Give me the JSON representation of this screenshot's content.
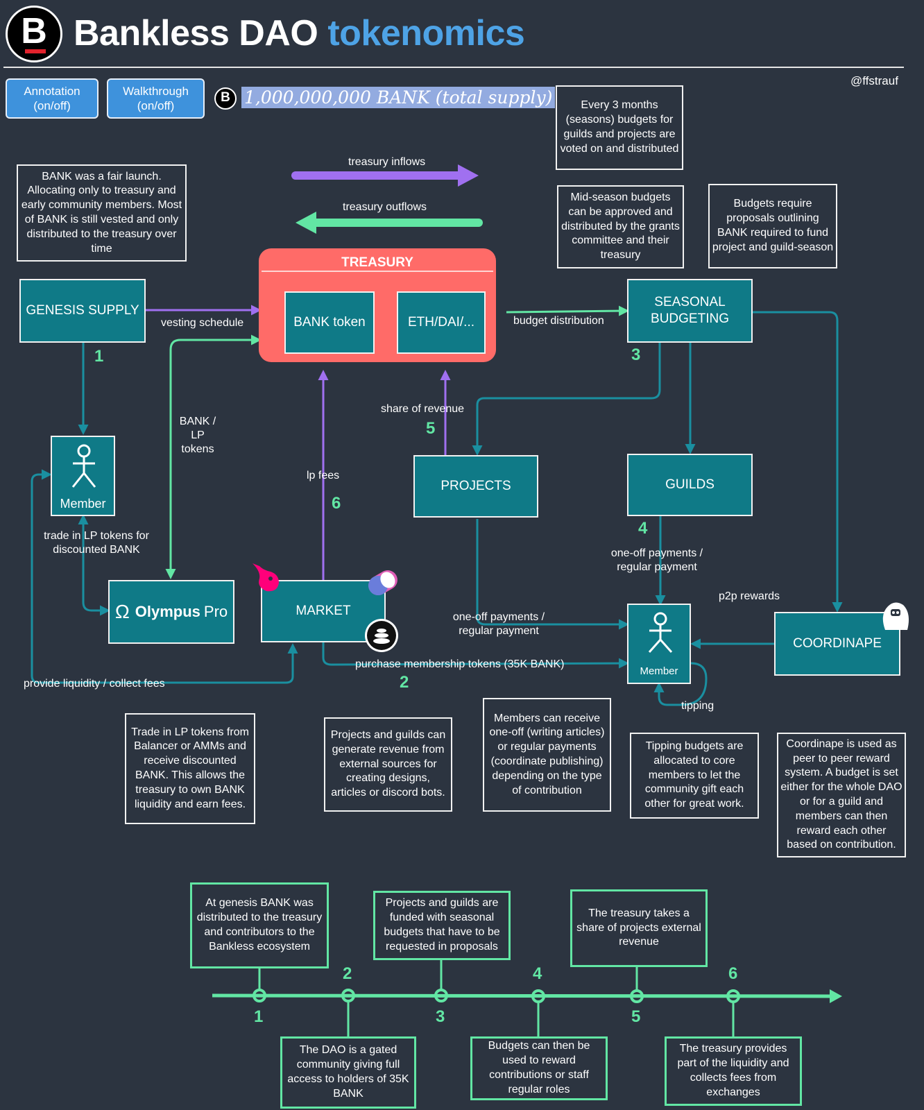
{
  "header": {
    "title_main": "Bankless DAO",
    "title_highlight": "tokenomics",
    "logo_letter": "B",
    "handle": "@ffstrauf"
  },
  "buttons": {
    "annotation": "Annotation (on/off)",
    "walkthrough": "Walkthrough (on/off)"
  },
  "supply": {
    "icon_letter": "B",
    "text": "1,000,000,000 BANK (total supply)"
  },
  "arrows_legend": {
    "inflows": "treasury inflows",
    "outflows": "treasury outflows"
  },
  "treasury": {
    "title": "TREASURY",
    "bank_token": "BANK token",
    "eth_dai": "ETH/DAI/..."
  },
  "nodes": {
    "genesis": "GENESIS SUPPLY",
    "seasonal": "SEASONAL BUDGETING",
    "projects": "PROJECTS",
    "guilds": "GUILDS",
    "member_left": "Member",
    "member_right": "Member",
    "olympus_main": "Olympus",
    "olympus_pro": "Pro",
    "market": "MARKET",
    "coordinape": "COORDINAPE"
  },
  "edge_labels": {
    "vesting": "vesting schedule",
    "budget_distribution": "budget distribution",
    "bank_lp": "BANK / LP tokens",
    "share_of_revenue": "share of revenue",
    "lp_fees": "lp fees",
    "trade_lp": "trade in LP tokens for discounted BANK",
    "one_off_guilds": "one-off payments / regular payment",
    "p2p": "p2p rewards",
    "one_off_projects": "one-off payments / regular payment",
    "purchase": "purchase membership tokens (35K BANK)",
    "provide_liquidity": "provide liquidity / collect fees",
    "tipping": "tipping"
  },
  "step_numbers": {
    "n1": "1",
    "n2": "2",
    "n3": "3",
    "n4": "4",
    "n5": "5",
    "n6": "6"
  },
  "notes": {
    "fair_launch": "BANK was a fair launch. Allocating only to treasury and early community members. Most of BANK is still vested and only distributed to the treasury over time",
    "every3": "Every 3 months (seasons) budgets for guilds and projects are voted on and distributed",
    "midseason": "Mid-season budgets can be approved and distributed by the grants committee and their treasury",
    "require": "Budgets require proposals outlining BANK required to fund project and guild-season",
    "trade_lp": "Trade in LP tokens from Balancer or AMMs and receive discounted BANK. This allows the treasury to own BANK liquidity and earn fees.",
    "revenue": "Projects and guilds can generate revenue from external sources for creating designs, articles or discord bots.",
    "members_receive": "Members can receive one-off (writing articles) or regular payments (coordinate publishing) depending on the type of contribution",
    "tipping": "Tipping budgets are allocated to core members to let the community gift each other for great work.",
    "coordinape": "Coordinape is used as peer to peer reward system. A budget is set either for the whole DAO or for a guild and members can then reward each other based on contribution."
  },
  "timeline": {
    "labels": [
      "1",
      "2",
      "3",
      "4",
      "5",
      "6"
    ],
    "t1": "At genesis BANK was distributed to the treasury and contributors to the Bankless ecosystem",
    "t2": "The DAO is a gated community giving full access to holders of 35K BANK",
    "t3": "Projects and guilds are funded with seasonal budgets that have to be requested in proposals",
    "t4": "Budgets can then be used to reward contributions or staff regular roles",
    "t5": "The treasury takes a share of projects external revenue",
    "t6": "The treasury provides part of the liquidity and collects fees from exchanges"
  },
  "colors": {
    "background": "#2c3440",
    "teal": "#0f7a87",
    "treasury": "#ff6b68",
    "inflow": "#a070f0",
    "outflow": "#62e6a4",
    "wire": "#1a8fa0",
    "accent_blue": "#4ea3e6"
  }
}
